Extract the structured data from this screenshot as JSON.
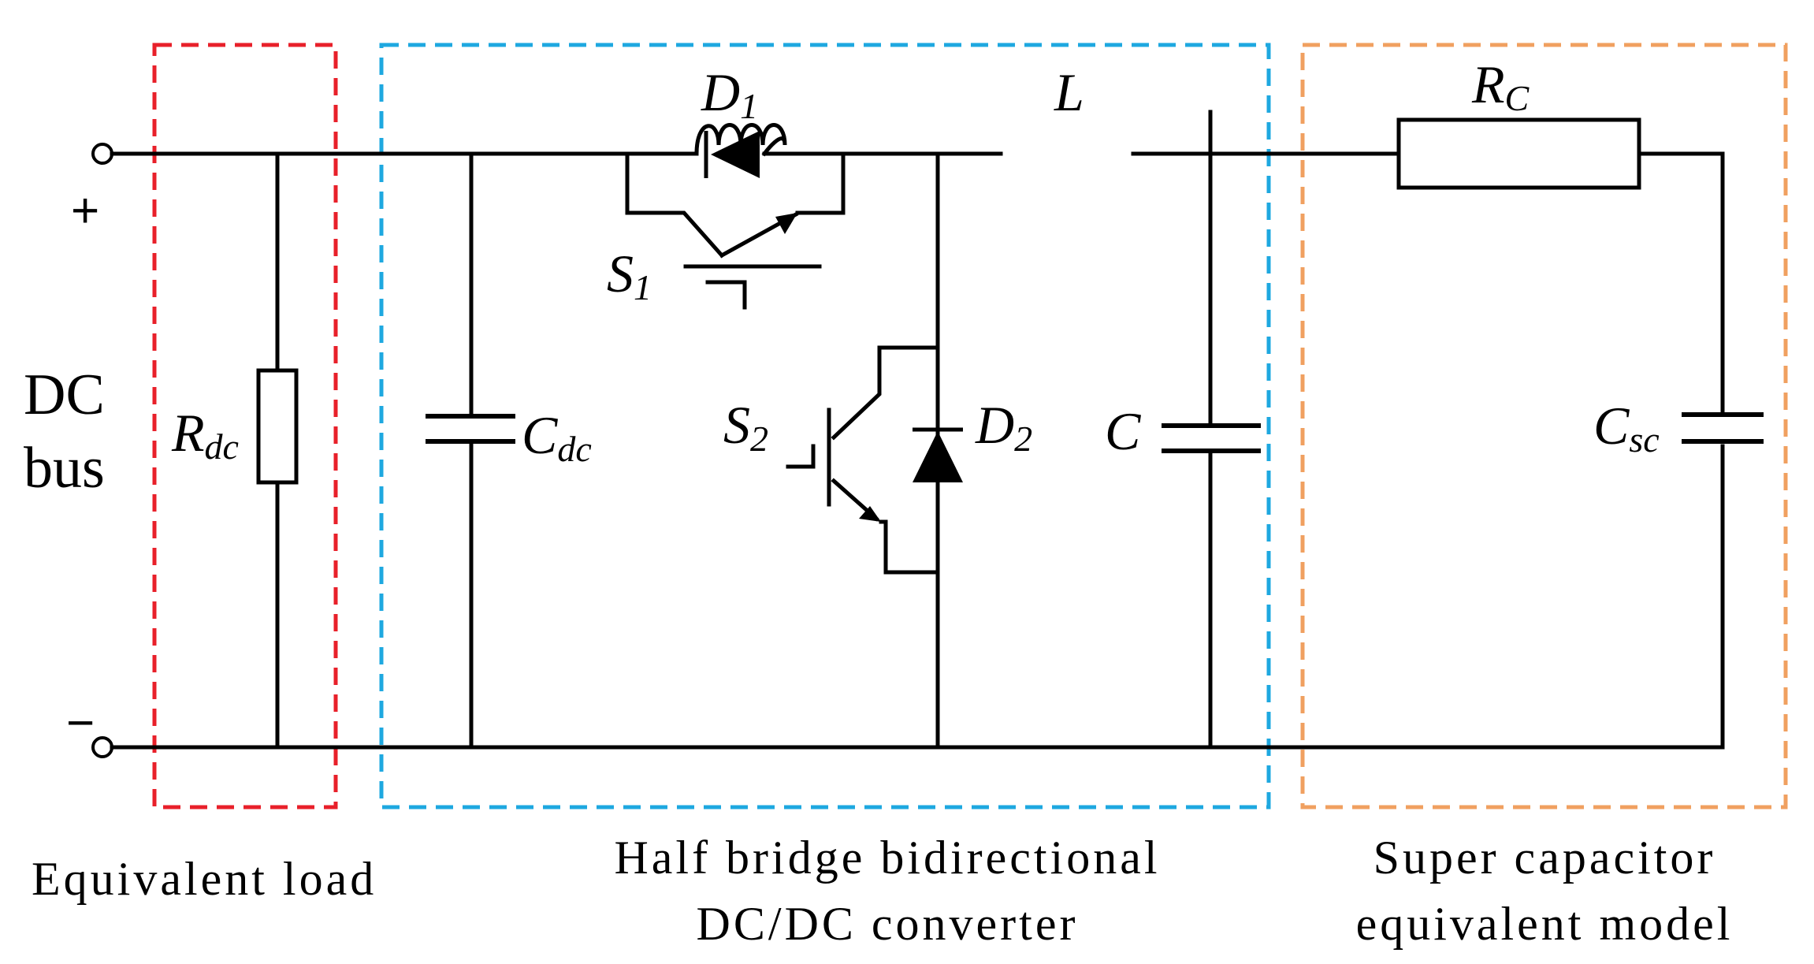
{
  "terminals": {
    "plus": "+",
    "minus": "−"
  },
  "bus_label": {
    "line1": "DC",
    "line2": "bus"
  },
  "components": {
    "r_dc": {
      "main": "R",
      "sub": "dc"
    },
    "c_dc": {
      "main": "C",
      "sub": "dc"
    },
    "d1": {
      "main": "D",
      "sub": "1"
    },
    "s1": {
      "main": "S",
      "sub": "1"
    },
    "s2": {
      "main": "S",
      "sub": "2"
    },
    "d2": {
      "main": "D",
      "sub": "2"
    },
    "l": {
      "main": "L"
    },
    "c": {
      "main": "C"
    },
    "r_c": {
      "main": "R",
      "sub": "C"
    },
    "c_sc": {
      "main": "C",
      "sub": "sc"
    }
  },
  "regions": {
    "load": {
      "caption": "Equivalent load",
      "color": "#e8202a"
    },
    "converter": {
      "caption_line1": "Half bridge bidirectional",
      "caption_line2": "DC/DC converter",
      "color": "#1ea8e0"
    },
    "supercap": {
      "caption_line1": "Super capacitor",
      "caption_line2": "equivalent model",
      "color": "#f0a060"
    }
  }
}
